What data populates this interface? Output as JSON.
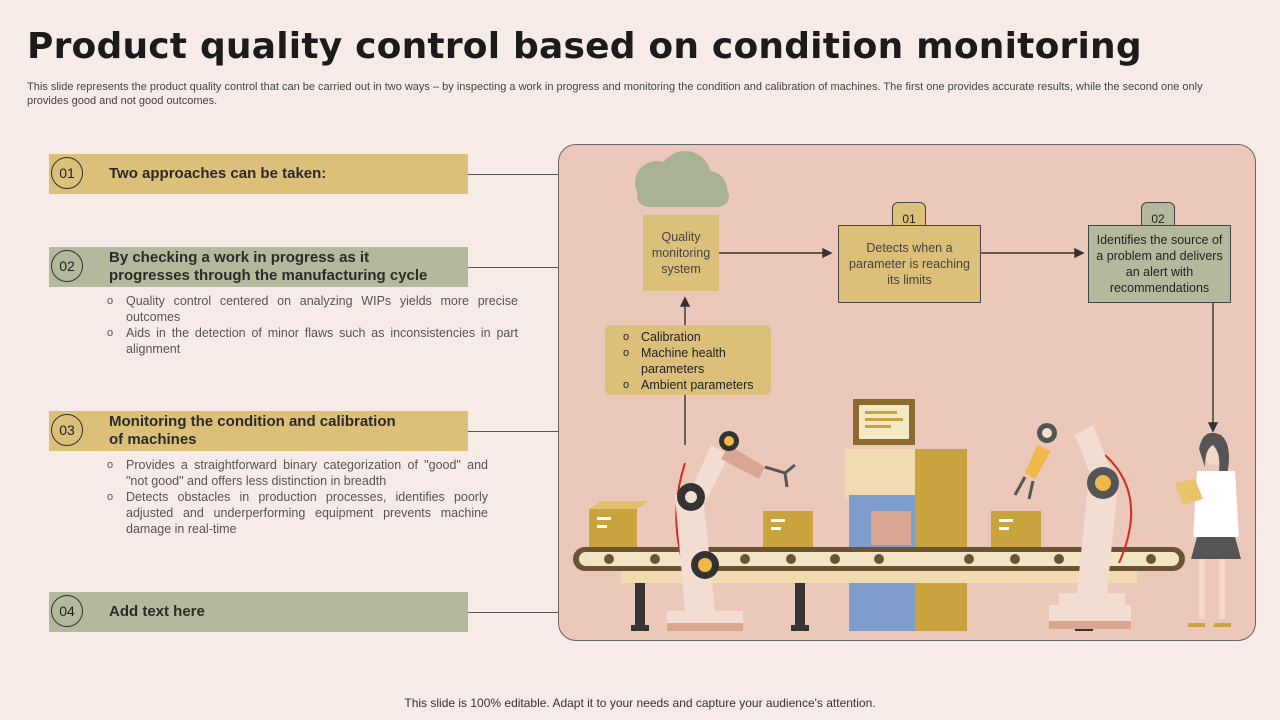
{
  "title": "Product quality control based on condition monitoring",
  "subtitle": "This slide represents the product quality control that can be carried out in two ways – by inspecting a work in progress and monitoring the condition and calibration of machines. The first one provides accurate results, while the second one only provides good and not good outcomes.",
  "items": [
    {
      "num": "01",
      "label": "Two approaches can be taken:",
      "bullets": []
    },
    {
      "num": "02",
      "label": "By checking a work in progress as it progresses through the manufacturing cycle",
      "bullets": [
        "Quality control centered on analyzing WIPs yields more precise outcomes",
        "Aids in the detection of minor flaws such as inconsistencies in part alignment"
      ]
    },
    {
      "num": "03",
      "label": "Monitoring the condition and calibration of machines",
      "bullets": [
        "Provides a straightforward binary categorization of \"good\" and \"not good\" and offers less distinction in breadth",
        "Detects obstacles in production processes, identifies poorly adjusted and underperforming equipment prevents machine damage in real-time"
      ]
    },
    {
      "num": "04",
      "label": "Add text here",
      "bullets": []
    }
  ],
  "diagram": {
    "system_label": "Quality monitoring system",
    "step1_num": "01",
    "step1_text": "Detects when a parameter is reaching its limits",
    "step2_num": "02",
    "step2_text": "Identifies the source of a problem and delivers an alert with recommendations",
    "params": [
      "Calibration",
      "Machine health parameters",
      "Ambient parameters"
    ]
  },
  "colors": {
    "gold": "#dcbf79",
    "sage": "#b4b89c",
    "panel": "#ecc8bb",
    "background": "#f6ebe7"
  },
  "footer": "This slide is 100% editable. Adapt it to your needs and capture your audience's attention."
}
